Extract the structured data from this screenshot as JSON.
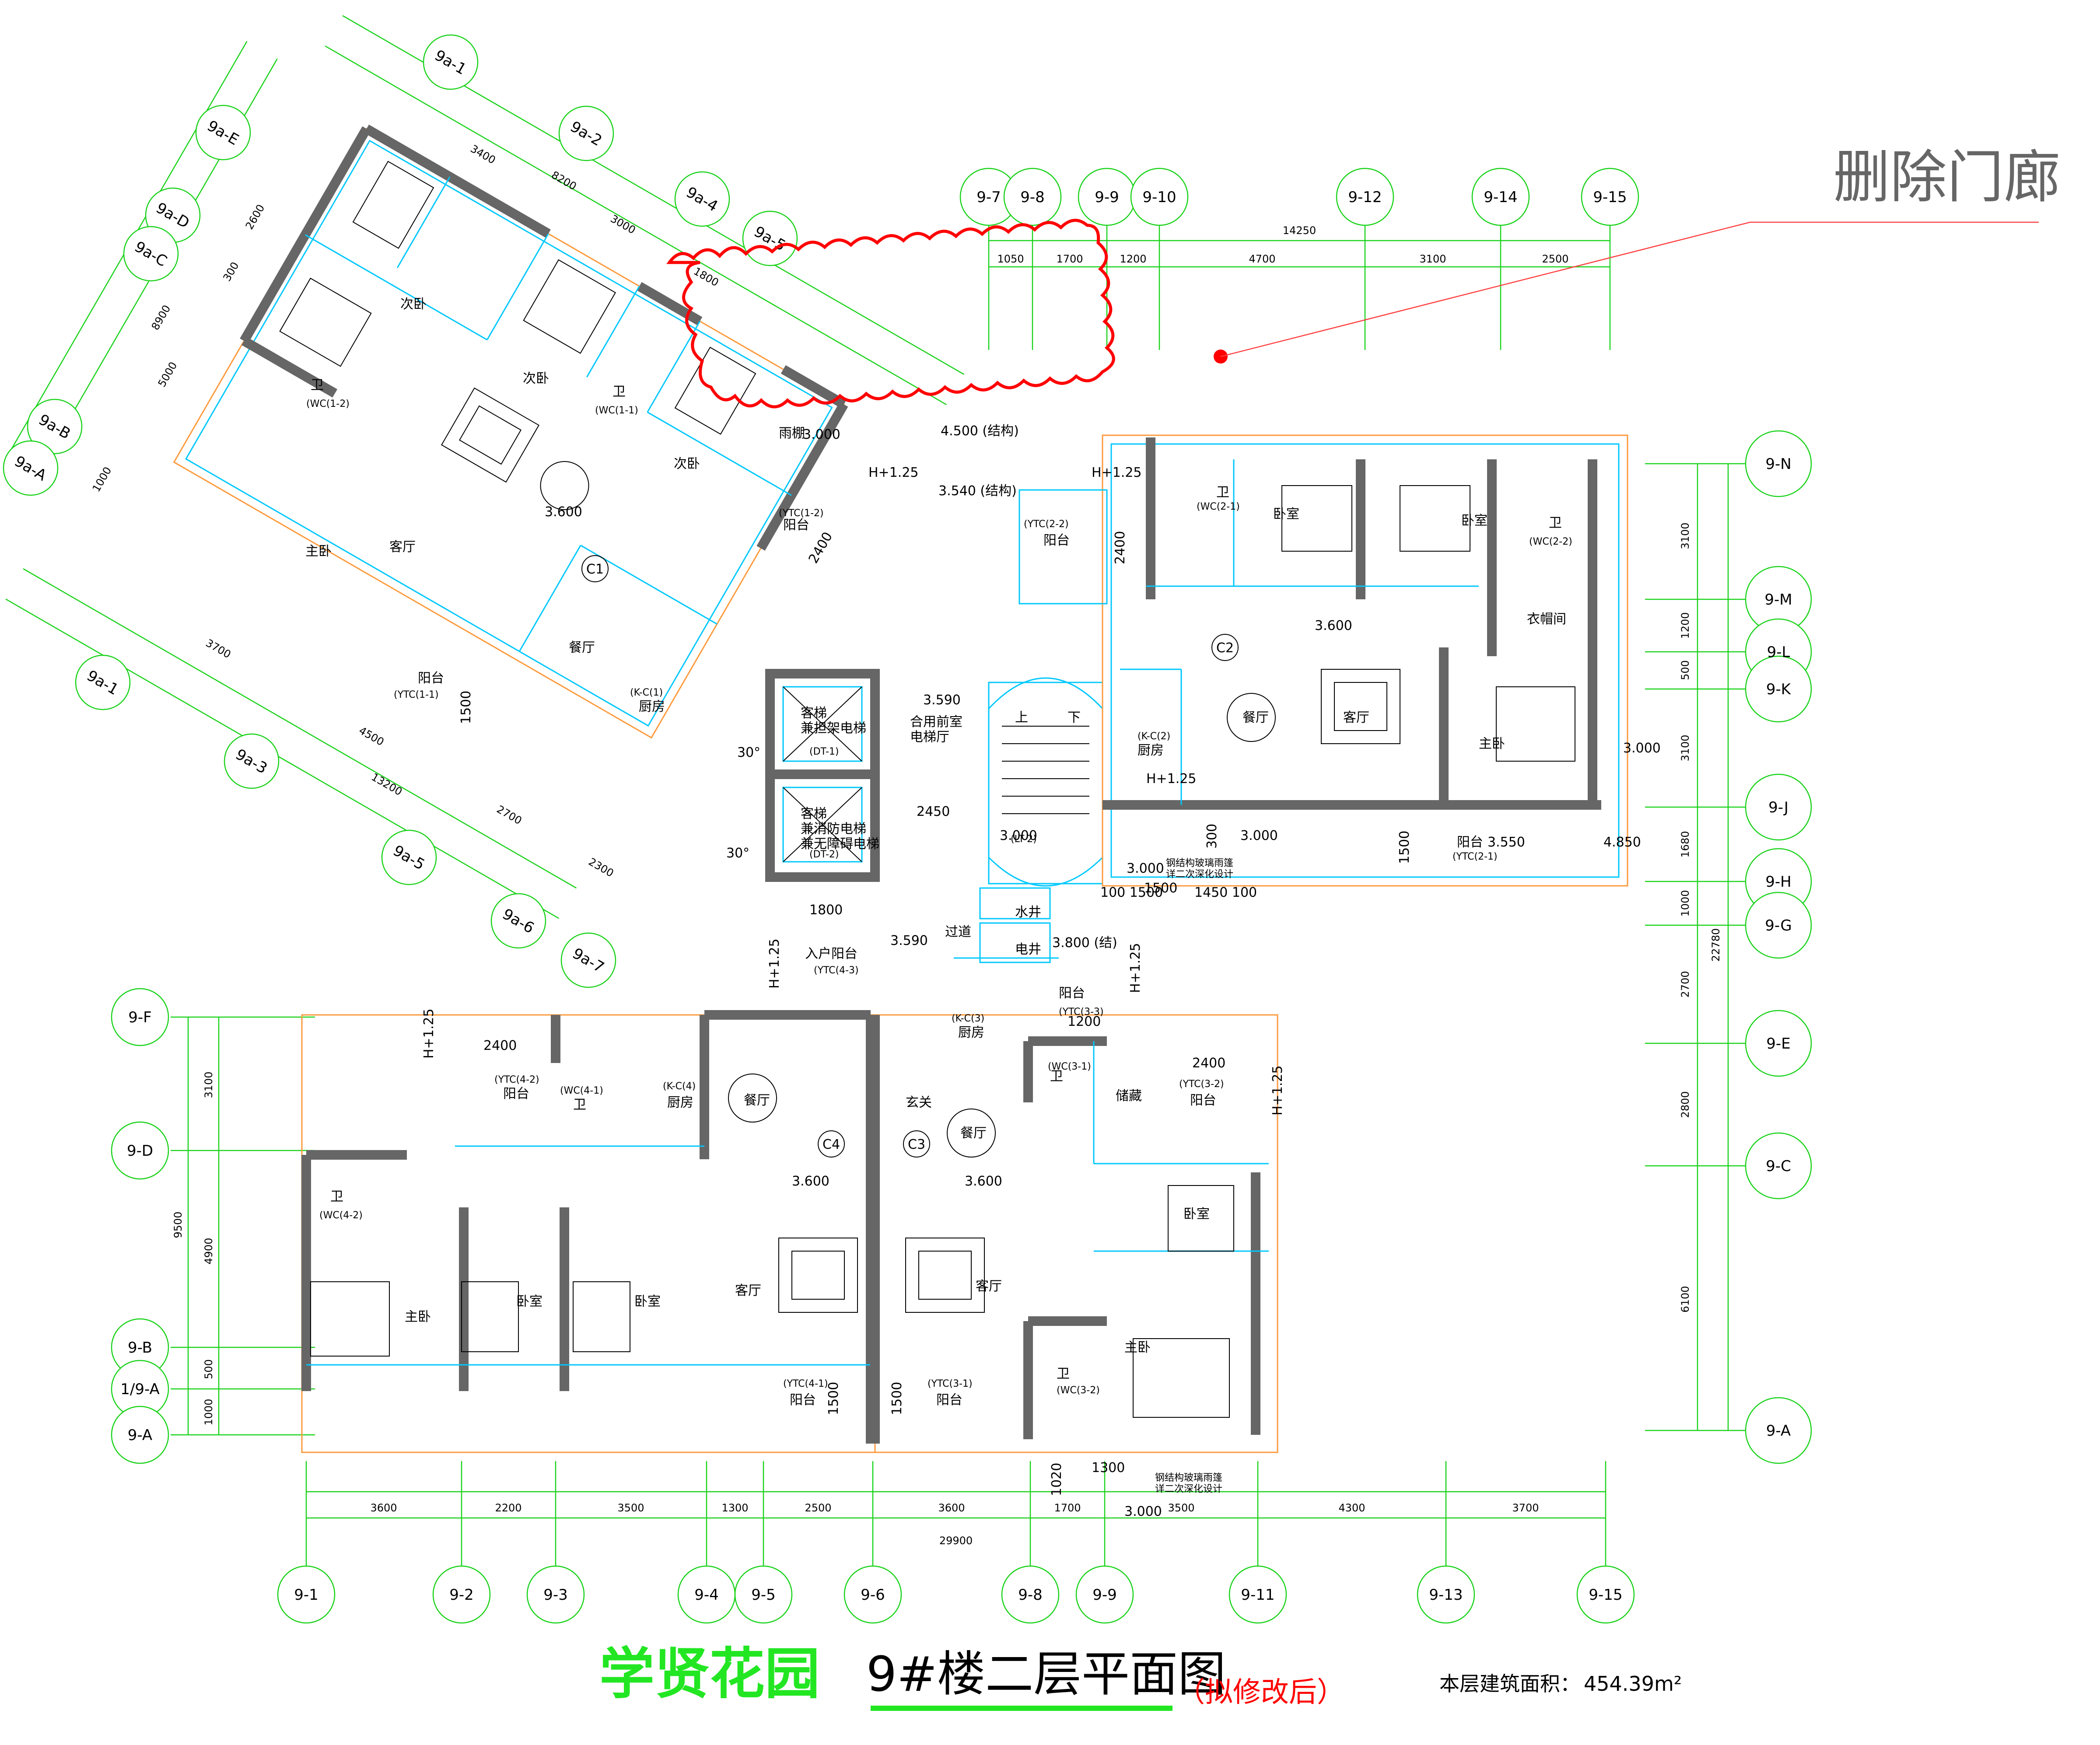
{
  "annotation": {
    "text": "删除门廊",
    "color": "#ff0000"
  },
  "title": {
    "project": "学贤花园",
    "drawing": "9#楼二层平面图",
    "note": "（拟修改后）",
    "area_label": "本层建筑面积：",
    "area_value": "454.39m²"
  },
  "axes_top": [
    "9-7",
    "9-8",
    "9-9",
    "9-10",
    "9-12",
    "9-14",
    "9-15"
  ],
  "axes_top_dims": {
    "total": "14250",
    "segments": [
      "1050",
      "1700",
      "1200",
      "4700",
      "3100",
      "2500"
    ]
  },
  "axes_bottom": [
    "9-1",
    "9-2",
    "9-3",
    "9-4",
    "9-5",
    "9-6",
    "9-8",
    "9-9",
    "9-11",
    "9-13",
    "9-15"
  ],
  "axes_bottom_dims": {
    "total": "29900",
    "segments": [
      "3600",
      "2200",
      "3500",
      "1300",
      "2500",
      "3600",
      "1700",
      "3500",
      "4300",
      "3700"
    ]
  },
  "axes_right": [
    "9-N",
    "9-M",
    "9-L",
    "9-K",
    "9-J",
    "9-H",
    "9-G",
    "9-E",
    "9-C",
    "9-A"
  ],
  "axes_right_dims": {
    "total": "22780",
    "segments": [
      "3100",
      "1200",
      "500",
      "3100",
      "1680",
      "1000",
      "2700",
      "2800",
      "6100"
    ]
  },
  "axes_left": [
    "9-F",
    "9-D",
    "9-B",
    "1/9-A",
    "9-A"
  ],
  "axes_left_dims": {
    "total": "9500",
    "segments": [
      "3100",
      "4900",
      "500",
      "1000"
    ]
  },
  "axes_rot_top": [
    "9a-1",
    "9a-2",
    "9a-4",
    "9a-5",
    "9a-E",
    "9a-D",
    "9a-C",
    "9a-B",
    "9a-A"
  ],
  "axes_rot_top_dims": [
    "3400",
    "8200",
    "3000",
    "1800",
    "2600",
    "300",
    "5000",
    "8900",
    "1000"
  ],
  "axes_rot_bottom": [
    "9a-1",
    "9a-3",
    "9a-5",
    "9a-6",
    "9a-7"
  ],
  "axes_rot_bottom_dims": [
    "3700",
    "4500",
    "13200",
    "2700",
    "2300"
  ],
  "units": {
    "c1": "C1",
    "c2": "C2",
    "c3": "C3",
    "c4": "C4"
  },
  "rooms": {
    "c1_ciwo1": "次卧",
    "c1_ciwo2": "次卧",
    "c1_ciwo3": "次卧",
    "c1_zhuwo": "主卧",
    "c1_keting": "客厅",
    "c1_canting": "餐厅",
    "c1_chufang": "厨房",
    "c1_yangtai": "阳台",
    "c1_yangtai2": "阳台",
    "c1_wei1": "卫",
    "c1_wei2": "卫",
    "c1_yupeng": "雨棚",
    "lift1": "客梯\n兼担架电梯",
    "lift2": "客梯\n兼消防电梯\n兼无障碍电梯",
    "lobby": "合用前室\n电梯厅",
    "water": "水井",
    "elec": "电井",
    "pass": "过道",
    "porch": "入户阳台",
    "xuanguan": "玄关",
    "c2_woshi1": "卧室",
    "c2_woshi2": "卧室",
    "c2_keting": "客厅",
    "c2_canting": "餐厅",
    "c2_chufang": "厨房",
    "c2_zhuwo": "主卧",
    "c2_yimao": "衣帽间",
    "c2_wei1": "卫",
    "c2_wei2": "卫",
    "c2_yangtai1": "阳台",
    "c2_yangtai2": "阳台",
    "c4_zhuwo": "主卧",
    "c4_woshi1": "卧室",
    "c4_woshi2": "卧室",
    "c4_keting": "客厅",
    "c4_canting": "餐厅",
    "c4_chufang": "厨房",
    "c4_wei1": "卫",
    "c4_wei2": "卫",
    "c4_yangtai1": "阳台",
    "c4_yangtai2": "阳台",
    "c3_keting": "客厅",
    "c3_canting": "餐厅",
    "c3_chufang": "厨房",
    "c3_wei1": "卫",
    "c3_wei2": "卫",
    "c3_chucang": "储藏",
    "c3_woshi": "卧室",
    "c3_zhuwo": "主卧",
    "c3_yangtai1": "阳台",
    "c3_yangtai2": "阳台",
    "c3_yangtai3": "阳台",
    "shang": "上",
    "xia": "下"
  },
  "codes": {
    "c1_wc2": "(WC(1-2)",
    "c1_wc1": "(WC(1-1)",
    "c1_ytc2": "(YTC(1-2)",
    "c1_ytc1": "(YTC(1-1)",
    "c1_kc": "(K-C(1)",
    "dt1": "(DT-1)",
    "dt2": "(DT-2)",
    "lt2": "(LT-2)",
    "c2_wc1": "(WC(2-1)",
    "c2_wc2": "(WC(2-2)",
    "c2_ytc2": "(YTC(2-2)",
    "c2_ytc1": "(YTC(2-1)",
    "c2_kc": "(K-C(2)",
    "c4_ytc2": "(YTC(4-2)",
    "c4_wc1": "(WC(4-1)",
    "c4_kc": "(K-C(4)",
    "c4_wc2": "(WC(4-2)",
    "c4_ytc1": "(YTC(4-1)",
    "ytc43": "(YTC(4-3)",
    "c3_kc": "(K-C(3)",
    "c3_wc1": "(WC(3-1)",
    "c3_ytc2": "(YTC(3-2)",
    "c3_ytc1": "(YTC(3-1)",
    "c3_wc2": "(WC(3-2)",
    "c3_ytc3": "(YTC(3-3)"
  },
  "levels": {
    "l1": "3.000",
    "l2": "4.500 (结构)",
    "l3": "3.540 (结构)",
    "l4": "H+1.25",
    "l5": "3.600",
    "l6": "3.590",
    "l7": "2400",
    "l8": "1500",
    "l9": "H+1.25",
    "l10": "3.600",
    "l11": "3.000",
    "l12": "3.000",
    "l13": "3.000",
    "l14": "3.550",
    "l15": "4.850",
    "l16": "2450",
    "l17": "1800",
    "l18": "3.590",
    "l19": "3.800 (结)",
    "l20": "H+1.25",
    "l21": "2400",
    "l22": "1200",
    "l23": "2400",
    "l24": "H+1.25",
    "l25": "3.600",
    "l26": "3.600",
    "l27": "1500",
    "l28": "1500",
    "l29": "1300",
    "l30": "1020",
    "l31": "3.000",
    "l32": "30°",
    "l33": "30°",
    "l34": "2400",
    "l35": "1500",
    "l36": "H+1.25",
    "l37": "H+1.25",
    "l38": "300",
    "l39": "1500",
    "l40": "100 1500",
    "l41": "1450 100",
    "l42": "3.000",
    "l43": "H+1.25"
  },
  "notes": {
    "steel1": "钢结构玻璃雨篷\n详二次深化设计",
    "steel2": "钢结构玻璃雨篷\n详二次深化设计"
  }
}
